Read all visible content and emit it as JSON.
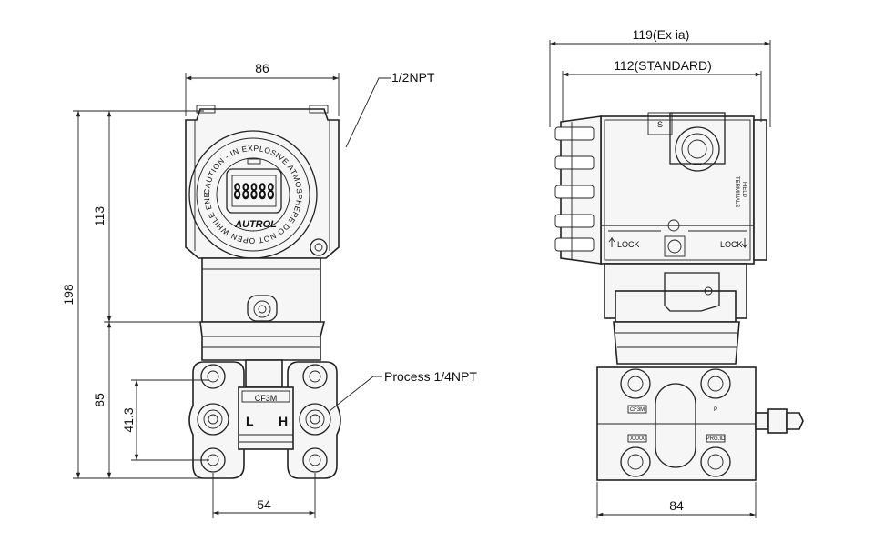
{
  "dimensions": {
    "housing_width_front": "86",
    "conduit_thread": "1/2NPT",
    "total_height": "198",
    "housing_height": "113",
    "flange_height": "85",
    "process_spacing": "41.3",
    "process_thread": "Process 1/4NPT",
    "flange_width_front": "54",
    "width_exia": "119(Ex ia)",
    "width_standard": "112(STANDARD)",
    "flange_width_side": "84"
  },
  "labels": {
    "lcd_digits": "88888",
    "brand": "AUTROL",
    "ring_inscription": "CAUTION - IN EXPLOSIVE ATMOSPHERE DO NOT OPEN WHILE ENERGIZED",
    "flange_material": "CF3M",
    "low_side": "L",
    "high_side": "H",
    "terminal_s": "S",
    "field_terminals_1": "FIELD",
    "field_terminals_2": "TERMINALS",
    "lock_left": "LOCK",
    "lock_right": "LOCK",
    "side_tag_1": "CF3M",
    "side_tag_2": "XXXX",
    "side_tag_3": "PRG.ID",
    "side_tag_p": "P"
  }
}
